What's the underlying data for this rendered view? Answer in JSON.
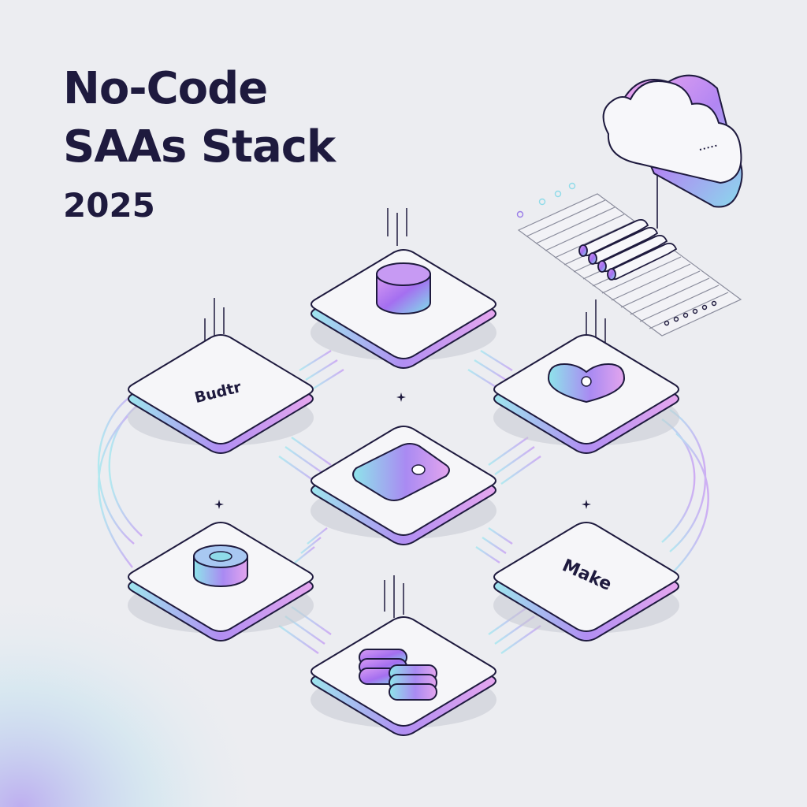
{
  "title": {
    "line1": "No-Code",
    "line2": "SAAs Stack",
    "year": "2025"
  },
  "nodes": [
    {
      "id": "top",
      "label": "",
      "icon": "database-icon"
    },
    {
      "id": "left",
      "label": "Budtr",
      "icon": ""
    },
    {
      "id": "right",
      "label": "",
      "icon": "heart-icon"
    },
    {
      "id": "center",
      "label": "",
      "icon": "card-icon"
    },
    {
      "id": "lower-left",
      "label": "",
      "icon": "ring-icon"
    },
    {
      "id": "lower-right",
      "label": "Make",
      "icon": ""
    },
    {
      "id": "bottom",
      "label": "",
      "icon": "stacked-pills-icon"
    }
  ],
  "colors": {
    "background": "#ecedf1",
    "outline": "#1e1a3e",
    "gradient_purple": "#a46ff0",
    "gradient_cyan": "#7fe3ea",
    "gradient_pink": "#e8a4ee"
  }
}
